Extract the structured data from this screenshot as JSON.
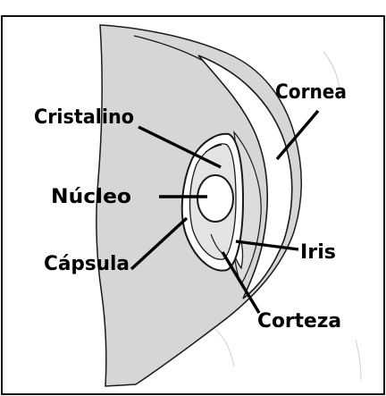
{
  "labels": {
    "cristalino": "Cristalino",
    "cornea": "Cornea",
    "nucleo": "Núcleo",
    "iris": "Iris",
    "capsula": "Cápsula",
    "corteza": "Corteza"
  },
  "colors": {
    "tissue_fill": "#d6d6d6",
    "cornea_fill": "#dcdcdc",
    "line": "#1a1a1a",
    "background": "#ffffff"
  }
}
